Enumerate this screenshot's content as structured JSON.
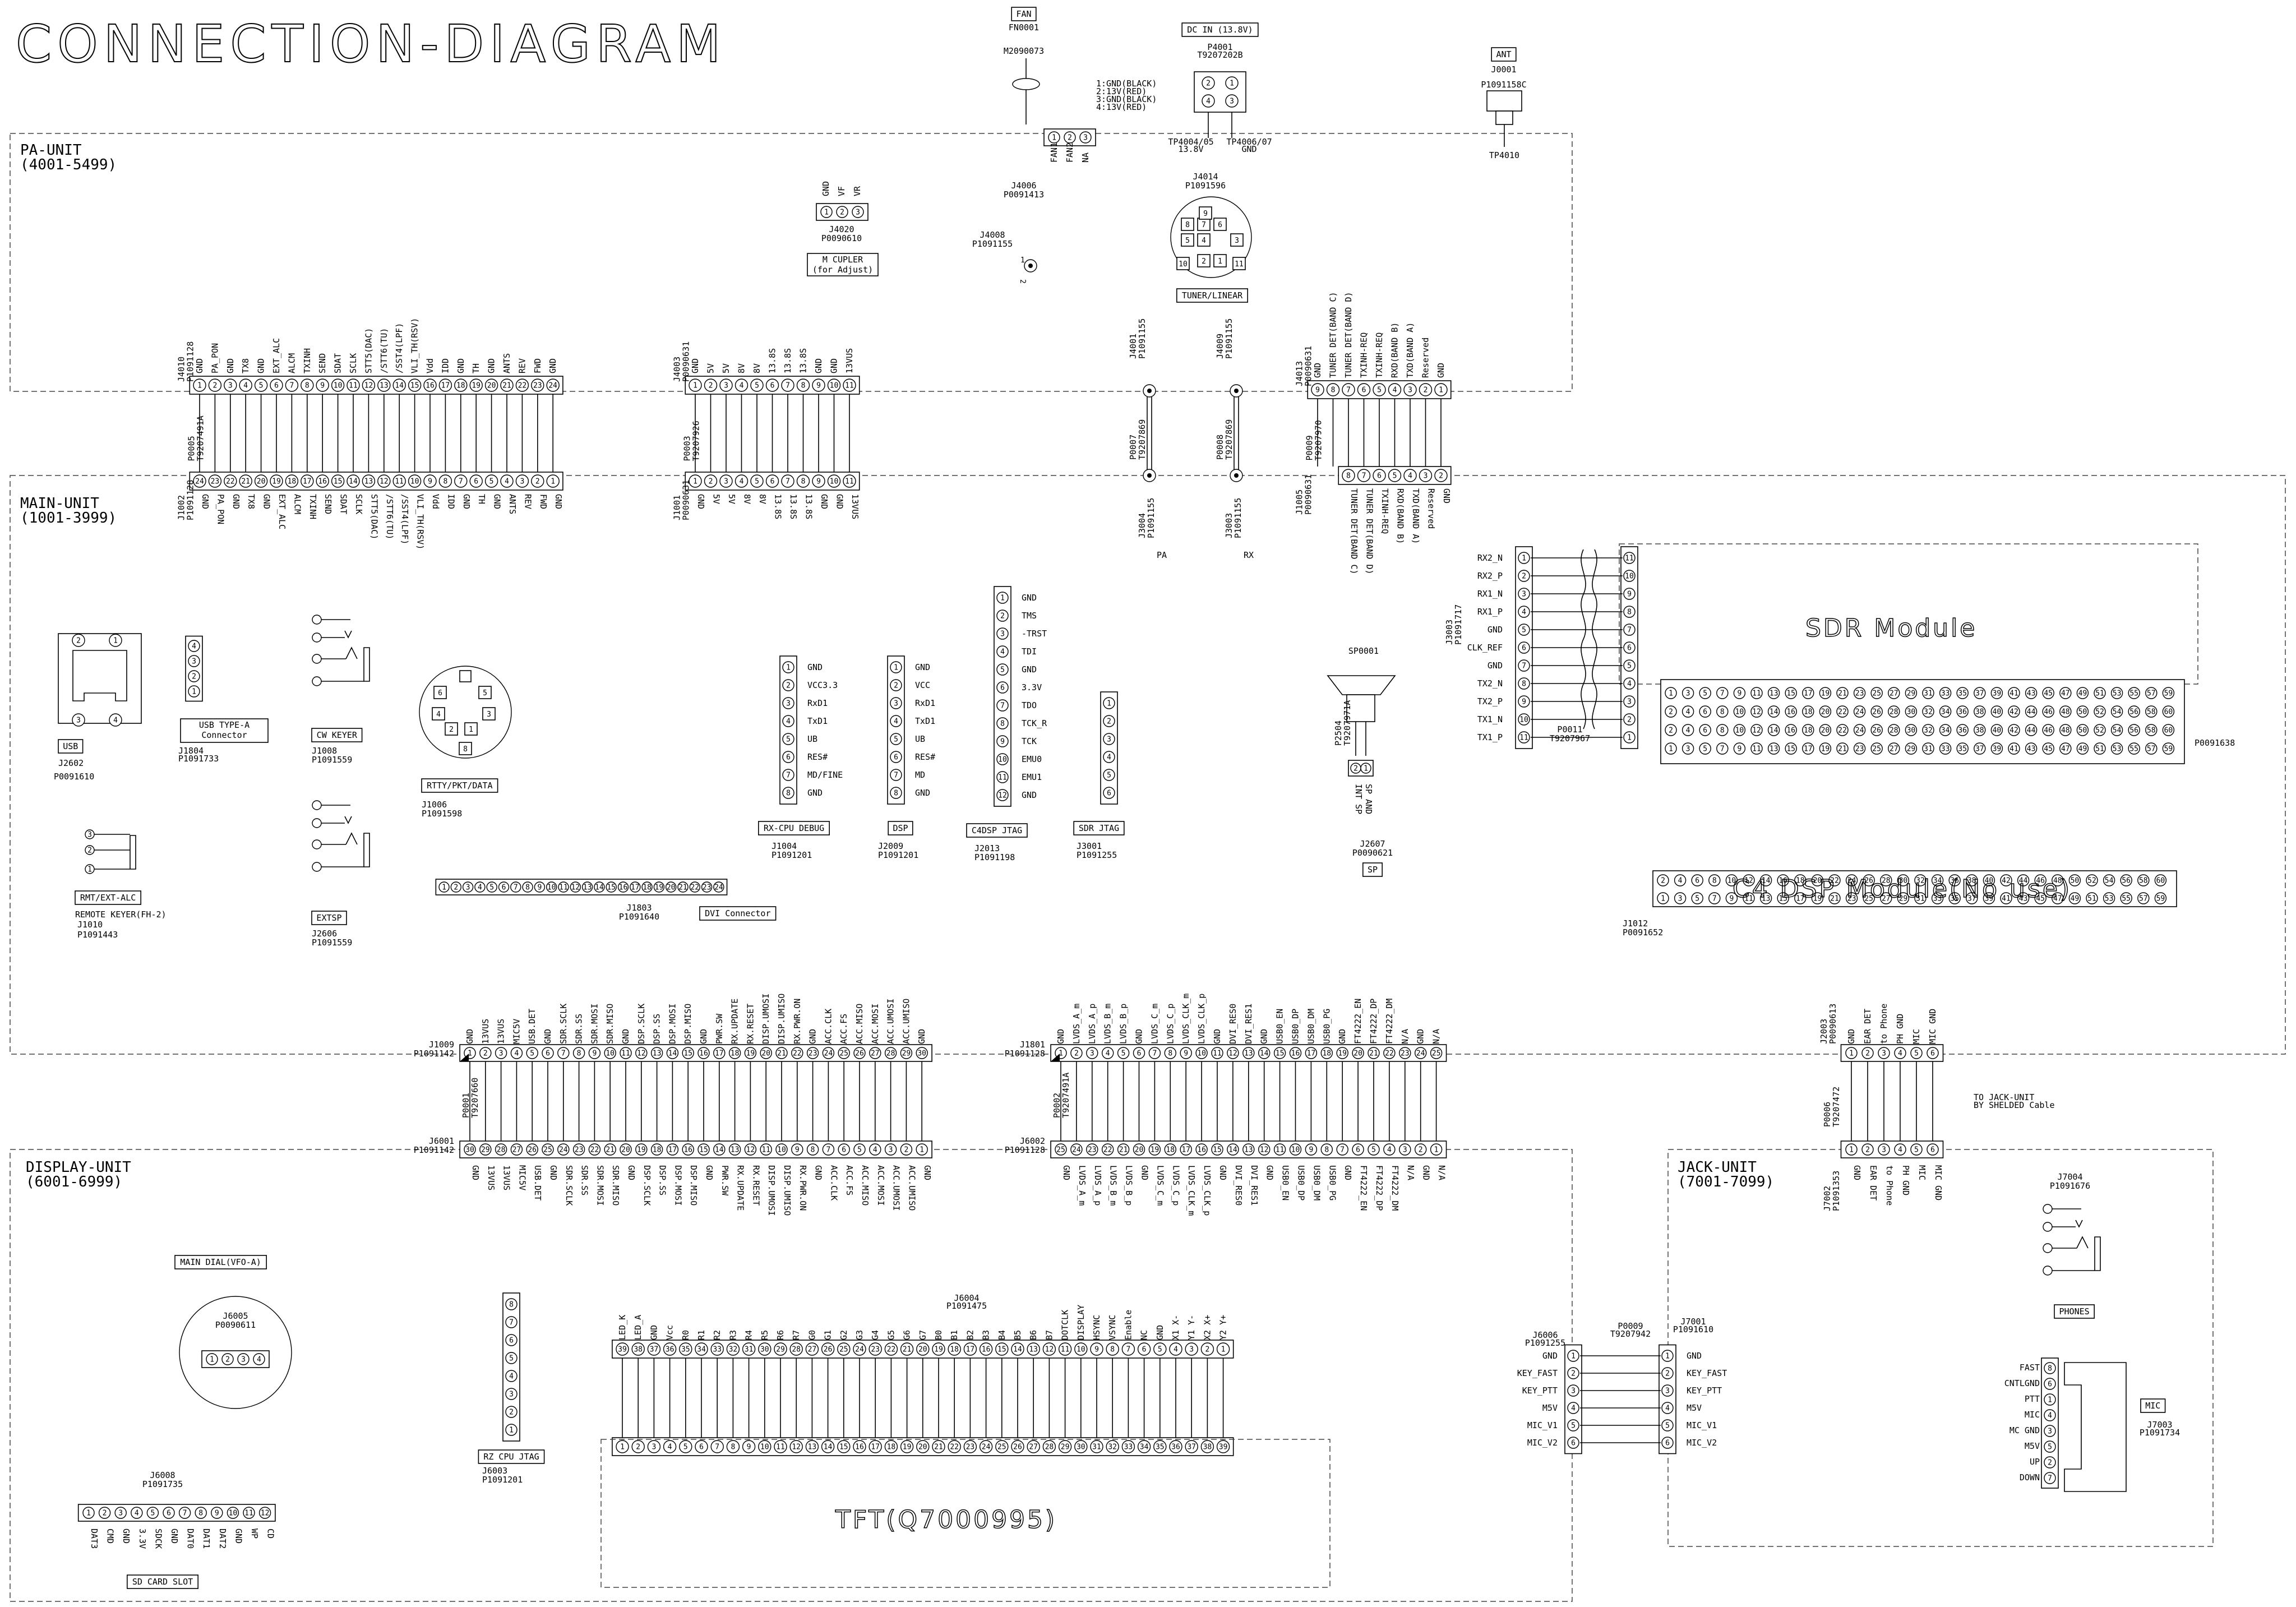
{
  "title": "CONNECTION-DIAGRAM",
  "units": {
    "pa": [
      "PA-UNIT",
      "(4001-5499)"
    ],
    "main": [
      "MAIN-UNIT",
      "(1001-3999)"
    ],
    "display": [
      "DISPLAY-UNIT",
      "(6001-6999)"
    ],
    "jack": [
      "JACK-UNIT",
      "(7001-7099)"
    ]
  },
  "fan": {
    "tag": "FAN",
    "ref": "FN0001",
    "part": "M2090073",
    "pins": [
      "1",
      "2",
      "3"
    ],
    "pinlabels": [
      "FAN1",
      "FAN2",
      "NA"
    ],
    "jref": "J4006",
    "jpart": "P0091413"
  },
  "dcin": {
    "tag": "DC IN (13.8V)",
    "ref": "P4001",
    "part": "T9207202B",
    "legend": [
      "1:GND(BLACK)",
      "2:13V(RED)",
      "3:GND(BLACK)",
      "4:13V(RED)"
    ],
    "pins": [
      "2",
      "1",
      "4",
      "3"
    ],
    "tp1": "TP4004/05",
    "tp1v": "13.8V",
    "tp2": "TP4006/07",
    "tp2v": "GND"
  },
  "ant": {
    "tag": "ANT",
    "ref": "J0001",
    "part": "P1091158C",
    "tp": "TP4010"
  },
  "j4020": {
    "labels": [
      "GND",
      "VF",
      "VR"
    ],
    "pins": [
      "1",
      "2",
      "3"
    ],
    "ref": "J4020",
    "part": "P0090610",
    "tag": [
      "M CUPLER",
      "(for Adjust)"
    ]
  },
  "j4008": {
    "ref": "J4008",
    "part": "P1091155",
    "pin": "1",
    "pin2": "2"
  },
  "j4014": {
    "ref": "J4014",
    "part": "P1091596",
    "pins": [
      "8",
      "7",
      "6",
      "5",
      "4",
      "3",
      "2",
      "1",
      "9",
      "10",
      "11"
    ],
    "tag": "TUNER/LINEAR"
  },
  "cable_j4010": {
    "top": {
      "ref": "J4010",
      "part": "P1091128",
      "labels": [
        "GND",
        "PA_PON",
        "GND",
        "TX8",
        "GND",
        "EXT_ALC",
        "ALCM",
        "TXINH",
        "SEND",
        "SDAT",
        "SCLK",
        "STT5(DAC)",
        "/STT6(TU)",
        "/SST4(LPF)",
        "VLI_TH(RSV)",
        "Vdd",
        "IDD",
        "GND",
        "TH",
        "GND",
        "ANTS",
        "REV",
        "FWD",
        "GND"
      ]
    },
    "mid": {
      "ref": "P0005",
      "part": "T9207491A"
    },
    "bot": {
      "ref": "J1002",
      "part": "P1091128",
      "labels": [
        "GND",
        "PA_PON",
        "GND",
        "TX8",
        "GND",
        "EXT_ALC",
        "ALCM",
        "TXINH",
        "SEND",
        "SDAT",
        "SCLK",
        "STT5(DAC)",
        "/STT6(TU)",
        "/SST4(LPF)",
        "VLI_TH(RSV)",
        "Vdd",
        "IDD",
        "GND",
        "TH",
        "GND",
        "ANTS",
        "REV",
        "FWD",
        "GND"
      ]
    },
    "pins_top": [
      "1",
      "2",
      "3",
      "4",
      "5",
      "6",
      "7",
      "8",
      "9",
      "10",
      "11",
      "12",
      "13",
      "14",
      "15",
      "16",
      "17",
      "18",
      "19",
      "20",
      "21",
      "22",
      "23",
      "24"
    ],
    "pins_bot": [
      "24",
      "23",
      "22",
      "21",
      "20",
      "19",
      "18",
      "17",
      "16",
      "15",
      "14",
      "13",
      "12",
      "11",
      "10",
      "9",
      "8",
      "7",
      "6",
      "5",
      "4",
      "3",
      "2",
      "1"
    ]
  },
  "cable_j4003": {
    "top": {
      "ref": "J4003",
      "part": "P0090631",
      "labels": [
        "GND",
        "5V",
        "5V",
        "8V",
        "8V",
        "13.8S",
        "13.8S",
        "13.8S",
        "GND",
        "GND",
        "13VUS"
      ]
    },
    "mid": {
      "ref": "P0003",
      "part": "T9207926"
    },
    "bot": {
      "ref": "J1001",
      "part": "P0090631",
      "labels": [
        "GND",
        "5V",
        "5V",
        "8V",
        "8V",
        "13.8S",
        "13.8S",
        "13.8S",
        "GND",
        "GND",
        "13VUS"
      ]
    },
    "pins_top": [
      "1",
      "2",
      "3",
      "4",
      "5",
      "6",
      "7",
      "8",
      "9",
      "10",
      "11"
    ],
    "pins_bot": [
      "1",
      "2",
      "3",
      "4",
      "5",
      "6",
      "7",
      "8",
      "9",
      "10",
      "11"
    ]
  },
  "coax_pa": {
    "top": "J4001",
    "topPart": "P1091155",
    "mid": "P0007",
    "midPart": "T9207869",
    "bot": "J3004",
    "botPart": "P1091155",
    "label": "PA"
  },
  "coax_rx": {
    "top": "J4009",
    "topPart": "P1091155",
    "mid": "P0008",
    "midPart": "T9207869",
    "bot": "J3003",
    "botPart": "P1091155",
    "label": "RX"
  },
  "cable_j4013": {
    "top": {
      "ref": "J4013",
      "part": "P0090631",
      "labels": [
        "GND",
        "TUNER DET(BAND C)",
        "TUNER DET(BAND D)",
        "TXINH-REQ",
        "TXINH-REQ",
        "RXD(BAND B)",
        "TXD(BAND A)",
        "Reserved",
        "GND"
      ]
    },
    "mid": {
      "ref": "P0009",
      "part": "T9207970"
    },
    "bot": {
      "ref": "J1005",
      "part": "P0090631",
      "labels": [
        "TUNER DET(BAND C)",
        "TUNER DET(BAND D)",
        "TXINH-REQ",
        "RXD(BAND B)",
        "TXD(BAND A)",
        "Reserved",
        "GND"
      ]
    },
    "pins_top": [
      "9",
      "8",
      "7",
      "6",
      "5",
      "4",
      "3",
      "2",
      "1"
    ],
    "pins_bot": [
      "8",
      "7",
      "6",
      "5",
      "4",
      "3",
      "2",
      "1"
    ]
  },
  "usb": {
    "tag": "USB",
    "ref": "J2602",
    "part": "P0091610",
    "pins": [
      "2",
      "1",
      "3",
      "4"
    ]
  },
  "usb_a": {
    "tag": [
      "USB TYPE-A",
      "Connector"
    ],
    "ref": "J1804",
    "part": "P1091733",
    "pins": [
      "4",
      "3",
      "2",
      "1"
    ]
  },
  "cw_keyer": {
    "tag": "CW KEYER",
    "ref": "J1008",
    "part": "P1091559"
  },
  "extsp": {
    "tag": "EXTSP",
    "ref": "J2606",
    "part": "P1091559"
  },
  "rtty": {
    "tag": "RTTY/PKT/DATA",
    "ref": "J1006",
    "part": "P1091598",
    "pins": [
      "6",
      "5",
      "4",
      "3",
      "2",
      "1",
      "8"
    ]
  },
  "rmt": {
    "tag": "RMT/EXT-ALC",
    "label": "REMOTE KEYER(FH-2)",
    "ref": "J1010",
    "part": "P1091443",
    "pins": [
      "3",
      "2",
      "1"
    ]
  },
  "rx_cpu_debug": {
    "tag": "RX-CPU DEBUG",
    "ref": "J1004",
    "part": "P1091201",
    "labels": [
      "GND",
      "VCC3.3",
      "RxD1",
      "TxD1",
      "UB",
      "RES#",
      "MD/FINE",
      "GND"
    ],
    "pins": [
      "1",
      "2",
      "3",
      "4",
      "5",
      "6",
      "7",
      "8"
    ]
  },
  "dsp": {
    "tag": "DSP",
    "ref": "J2009",
    "part": "P1091201",
    "labels": [
      "GND",
      "VCC",
      "RxD1",
      "TxD1",
      "UB",
      "RES#",
      "MD",
      "GND"
    ],
    "pins": [
      "1",
      "2",
      "3",
      "4",
      "5",
      "6",
      "7",
      "8"
    ]
  },
  "c4dsp_jtag": {
    "tag": "C4DSP JTAG",
    "ref": "J2013",
    "part": "P1091198",
    "labels": [
      "GND",
      "TMS",
      "-TRST",
      "TDI",
      "GND",
      "3.3V",
      "TDO",
      "TCK_R",
      "TCK",
      "EMU0",
      "EMU1",
      "GND"
    ],
    "pins": [
      "1",
      "2",
      "3",
      "4",
      "5",
      "6",
      "7",
      "8",
      "9",
      "10",
      "11",
      "12"
    ]
  },
  "sdr_jtag": {
    "tag": "SDR JTAG",
    "ref": "J3001",
    "part": "P1091255",
    "pins": [
      "1",
      "2",
      "3",
      "4",
      "5",
      "6"
    ]
  },
  "dvi": {
    "tag": "DVI Connector",
    "ref": "J1803",
    "part": "P1091640",
    "pins": [
      "1",
      "2",
      "3",
      "4",
      "5",
      "6",
      "7",
      "8",
      "9",
      "10",
      "11",
      "12",
      "13",
      "14",
      "15",
      "16",
      "17",
      "18",
      "19",
      "20",
      "21",
      "22",
      "23",
      "24"
    ]
  },
  "speaker": {
    "ref": "SP0001",
    "label_int": "INT SP",
    "label_sp": "SP AND",
    "p": "P2504",
    "pp": "T9207971A",
    "pins": [
      "2",
      "1"
    ],
    "jref": "J2607",
    "jpart": "P0090621",
    "tag": "SP"
  },
  "sdr": {
    "title": "SDR Module",
    "ref": "J3003",
    "part": "P1091717",
    "plug": "P0011",
    "plugPart": "T9207967",
    "labels": [
      "RX2_N",
      "RX2_P",
      "RX1_N",
      "RX1_P",
      "GND",
      "CLK_REF",
      "GND",
      "TX2_N",
      "TX2_P",
      "TX1_N",
      "TX1_P"
    ],
    "pins": [
      "1",
      "2",
      "3",
      "4",
      "5",
      "6",
      "7",
      "8",
      "9",
      "10",
      "11"
    ],
    "partR": "P0091638"
  },
  "c4dsp": {
    "title": "C4 DSP Module(No use)",
    "ref": "J1012",
    "part": "P0091652"
  },
  "cable_j1009": {
    "top": {
      "ref": "J1009",
      "part": "P1091142",
      "labels": [
        "GND",
        "13VUS",
        "13VUS",
        "MIC5V",
        "USB.DET",
        "GND",
        "SDR.SCLK",
        "SDR.SS",
        "SDR.MOSI",
        "SDR.MISO",
        "GND",
        "DSP.SCLK",
        "DSP.SS",
        "DSP.MOSI",
        "DSP.MISO",
        "GND",
        "PWR.SW",
        "RX.UPDATE",
        "RX.RESET",
        "DISP.UMOSI",
        "DISP.UMISO",
        "RX.PWR.ON",
        "GND",
        "ACC.CLK",
        "ACC.FS",
        "ACC.MISO",
        "ACC.MOSI",
        "ACC.UMOSI",
        "ACC.UMISO",
        "GND"
      ]
    },
    "mid": {
      "ref": "P0001",
      "part": "T9207660"
    },
    "bot": {
      "ref": "J6001",
      "part": "P1091142",
      "labels": [
        "GND",
        "13VUS",
        "13VUS",
        "MIC5V",
        "USB.DET",
        "GND",
        "SDR.SCLK",
        "SDR.SS",
        "SDR.MOSI",
        "SDR.MISO",
        "GND",
        "DSP.SCLK",
        "DSP.SS",
        "DSP.MOSI",
        "DSP.MISO",
        "GND",
        "PWR.SW",
        "RX.UPDATE",
        "RX.RESET",
        "DISP.UMOSI",
        "DISP.UMISO",
        "RX.PWR.ON",
        "GND",
        "ACC.CLK",
        "ACC.FS",
        "ACC.MISO",
        "ACC.MOSI",
        "ACC.UMOSI",
        "ACC.UMISO",
        "GND"
      ]
    }
  },
  "cable_j1801": {
    "top": {
      "ref": "J1801",
      "part": "P1091128",
      "labels": [
        "GND",
        "LVDS_A_m",
        "LVDS_A_p",
        "LVDS_B_m",
        "LVDS_B_p",
        "GND",
        "LVDS_C_m",
        "LVDS_C_p",
        "LVDS_CLK_m",
        "LVDS_CLK_p",
        "GND",
        "DVI_RES0",
        "DVI_RES1",
        "GND",
        "USB0_EN",
        "USB0_DP",
        "USB0_DM",
        "USB0_PG",
        "GND",
        "FT4222_EN",
        "FT4222_DP",
        "FT4222_DM",
        "N/A",
        "GND",
        "N/A"
      ]
    },
    "mid": {
      "ref": "P0002",
      "part": "T9207491A"
    },
    "bot": {
      "ref": "J6002",
      "part": "P1091128",
      "labels": [
        "GND",
        "LVDS_A_m",
        "LVDS_A_p",
        "LVDS_B_m",
        "LVDS_B_p",
        "GND",
        "LVDS_C_m",
        "LVDS_C_p",
        "LVDS_CLK_m",
        "LVDS_CLK_p",
        "GND",
        "DVI_RES0",
        "DVI_RES1",
        "GND",
        "USB0_EN",
        "USB0_DP",
        "USB0_DM",
        "USB0_PG",
        "GND",
        "FT4222_EN",
        "FT4222_DP",
        "FT4222_DM",
        "N/A",
        "GND",
        "N/A"
      ]
    }
  },
  "cable_j2003": {
    "top": {
      "ref": "J2003",
      "part": "P0090613",
      "labels": [
        "GND",
        "EAR DET",
        "to Phone",
        "PH GND",
        "MIC",
        "MIC GND"
      ]
    },
    "mid": {
      "ref": "P0006",
      "part": "T9207472"
    },
    "bot": {
      "ref": "J7002",
      "part": "P1091353",
      "labels": [
        "GND",
        "EAR DET",
        "to Phone",
        "PH GND",
        "MIC",
        "MIC GND"
      ]
    },
    "note": [
      "TO JACK-UNIT",
      "BY SHELDED Cable"
    ]
  },
  "main_dial": {
    "tag": "MAIN DIAL(VFO-A)",
    "ref": "J6005",
    "part": "P0090611",
    "pins": [
      "1",
      "2",
      "3",
      "4"
    ]
  },
  "rz_cpu": {
    "tag": "RZ CPU JTAG",
    "ref": "J6003",
    "part": "P1091201",
    "pins": [
      "8",
      "7",
      "6",
      "5",
      "4",
      "3",
      "2",
      "1"
    ]
  },
  "tft": {
    "ref": "J6004",
    "part": "P1091475",
    "title": "TFT(Q7000995)",
    "labels": [
      "LED_K",
      "LED_A",
      "GND",
      "Vcc",
      "R0",
      "R1",
      "R2",
      "R3",
      "R4",
      "R5",
      "R6",
      "R7",
      "G0",
      "G1",
      "G2",
      "G3",
      "G4",
      "G5",
      "G6",
      "G7",
      "B0",
      "B1",
      "B2",
      "B3",
      "B4",
      "B5",
      "B6",
      "B7",
      "DOTCLK",
      "DISPLAY",
      "HSYNC",
      "VSYNC",
      "Enable",
      "NC",
      "GND",
      "X1 X-",
      "Y1 Y-",
      "X2 X+",
      "Y2 Y+"
    ]
  },
  "sdcard": {
    "tag": "SD CARD SLOT",
    "ref": "J6008",
    "part": "P1091735",
    "labels": [
      "DAT3",
      "CMD",
      "GND",
      "3.3V",
      "SDCK",
      "GND",
      "DAT0",
      "DAT1",
      "DAT2",
      "GND",
      "WP",
      "CD"
    ]
  },
  "j6006": {
    "ref": "J6006",
    "part": "P1091255",
    "plug": "P0009",
    "plugPart": "T9207942",
    "jref": "J7001",
    "jpart": "P1091610",
    "labels": [
      "GND",
      "KEY_FAST",
      "KEY_PTT",
      "M5V",
      "MIC_V1",
      "MIC_V2"
    ],
    "pins": [
      "1",
      "2",
      "3",
      "4",
      "5",
      "6"
    ]
  },
  "phones": {
    "tag": "PHONES",
    "ref": "J7004",
    "part": "P1091676"
  },
  "mic": {
    "tag": "MIC",
    "ref": "J7003",
    "part": "P1091734",
    "labels": [
      "FAST",
      "CNTLGND",
      "PTT",
      "MIC",
      "MC GND",
      "M5V",
      "UP",
      "DOWN"
    ],
    "pins": [
      "8",
      "6",
      "1",
      "4",
      "3",
      "5",
      "2",
      "7"
    ]
  }
}
